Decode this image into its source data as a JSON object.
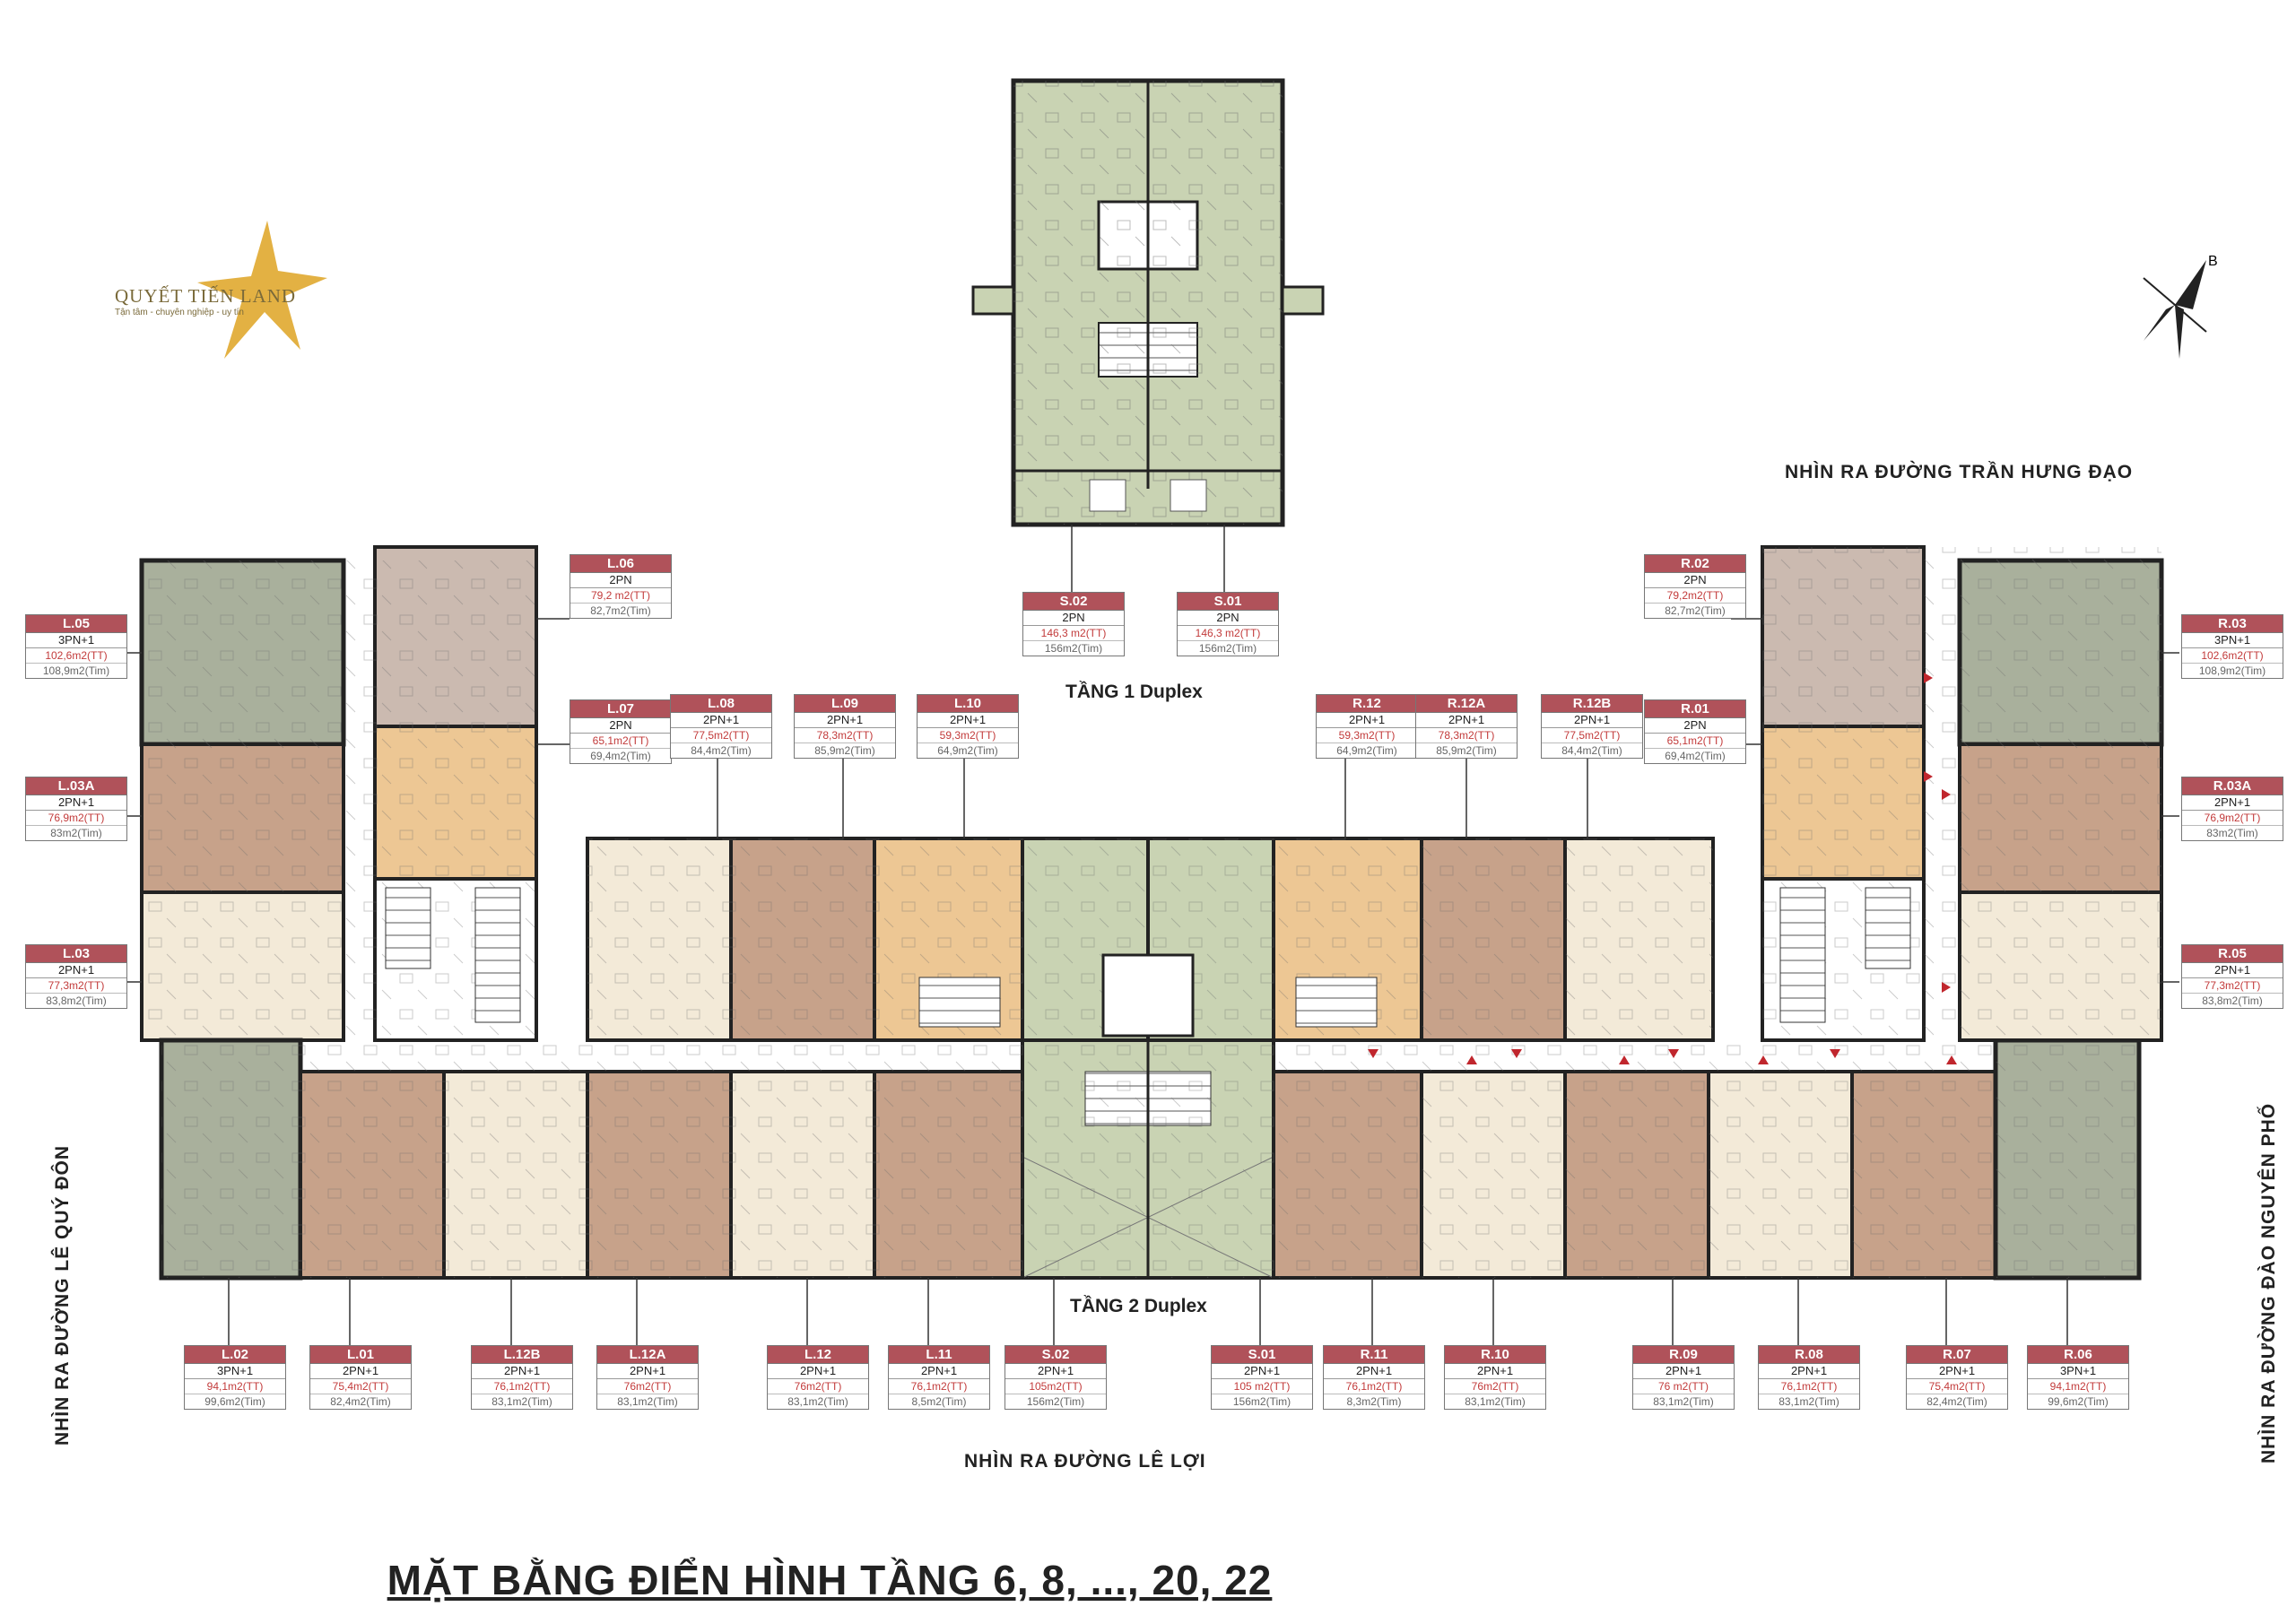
{
  "title": "MẶT BẰNG ĐIỂN HÌNH TẦNG 6, 8, ..., 20, 22",
  "logo": {
    "name": "QUYẾT TIẾN LAND",
    "tagline": "Tận tâm - chuyên nghiệp - uy tín"
  },
  "compass": {
    "icon": "north-arrow-icon",
    "letter": "B"
  },
  "floors": {
    "upper": "TẦNG 1 Duplex",
    "lower": "TẦNG 2 Duplex"
  },
  "views": {
    "north": "NHÌN RA ĐƯỜNG TRẦN HƯNG ĐẠO",
    "south": "NHÌN RA ĐƯỜNG LÊ LỢI",
    "west": "NHÌN RA ĐƯỜNG LÊ QUÝ ĐÔN",
    "east": "NHÌN RA ĐƯỜNG ĐÀO NGUYÊN PHỐ"
  },
  "colors": {
    "label_header": "#b0525a",
    "green": "#c9d3b3",
    "grey_green": "#a9b09c",
    "tan": "#d9b89a",
    "brown": "#c7a28a",
    "cream": "#f3ead8",
    "taupe": "#cbbab0",
    "orange": "#edc794"
  },
  "units": [
    {
      "code": "S.02",
      "type": "2PN",
      "tt": "146,3 m2(TT)",
      "tim": "156m2(Tim)"
    },
    {
      "code": "S.01",
      "type": "2PN",
      "tt": "146,3 m2(TT)",
      "tim": "156m2(Tim)"
    },
    {
      "code": "L.06",
      "type": "2PN",
      "tt": "79,2 m2(TT)",
      "tim": "82,7m2(Tim)"
    },
    {
      "code": "L.05",
      "type": "3PN+1",
      "tt": "102,6m2(TT)",
      "tim": "108,9m2(Tim)"
    },
    {
      "code": "L.07",
      "type": "2PN",
      "tt": "65,1m2(TT)",
      "tim": "69,4m2(Tim)"
    },
    {
      "code": "L.08",
      "type": "2PN+1",
      "tt": "77,5m2(TT)",
      "tim": "84,4m2(Tim)"
    },
    {
      "code": "L.09",
      "type": "2PN+1",
      "tt": "78,3m2(TT)",
      "tim": "85,9m2(Tim)"
    },
    {
      "code": "L.10",
      "type": "2PN+1",
      "tt": "59,3m2(TT)",
      "tim": "64,9m2(Tim)"
    },
    {
      "code": "L.03A",
      "type": "2PN+1",
      "tt": "76,9m2(TT)",
      "tim": "83m2(Tim)"
    },
    {
      "code": "L.03",
      "type": "2PN+1",
      "tt": "77,3m2(TT)",
      "tim": "83,8m2(Tim)"
    },
    {
      "code": "R.02",
      "type": "2PN",
      "tt": "79,2m2(TT)",
      "tim": "82,7m2(Tim)"
    },
    {
      "code": "R.03",
      "type": "3PN+1",
      "tt": "102,6m2(TT)",
      "tim": "108,9m2(Tim)"
    },
    {
      "code": "R.12",
      "type": "2PN+1",
      "tt": "59,3m2(TT)",
      "tim": "64,9m2(Tim)"
    },
    {
      "code": "R.12A",
      "type": "2PN+1",
      "tt": "78,3m2(TT)",
      "tim": "85,9m2(Tim)"
    },
    {
      "code": "R.12B",
      "type": "2PN+1",
      "tt": "77,5m2(TT)",
      "tim": "84,4m2(Tim)"
    },
    {
      "code": "R.01",
      "type": "2PN",
      "tt": "65,1m2(TT)",
      "tim": "69,4m2(Tim)"
    },
    {
      "code": "R.03A",
      "type": "2PN+1",
      "tt": "76,9m2(TT)",
      "tim": "83m2(Tim)"
    },
    {
      "code": "R.05",
      "type": "2PN+1",
      "tt": "77,3m2(TT)",
      "tim": "83,8m2(Tim)"
    },
    {
      "code": "L.02",
      "type": "3PN+1",
      "tt": "94,1m2(TT)",
      "tim": "99,6m2(Tim)"
    },
    {
      "code": "L.01",
      "type": "2PN+1",
      "tt": "75,4m2(TT)",
      "tim": "82,4m2(Tim)"
    },
    {
      "code": "L.12B",
      "type": "2PN+1",
      "tt": "76,1m2(TT)",
      "tim": "83,1m2(Tim)"
    },
    {
      "code": "L.12A",
      "type": "2PN+1",
      "tt": "76m2(TT)",
      "tim": "83,1m2(Tim)"
    },
    {
      "code": "L.12",
      "type": "2PN+1",
      "tt": "76m2(TT)",
      "tim": "83,1m2(Tim)"
    },
    {
      "code": "L.11",
      "type": "2PN+1",
      "tt": "76,1m2(TT)",
      "tim": "8,5m2(Tim)"
    },
    {
      "code": "S.02",
      "type": "2PN+1",
      "tt": "105m2(TT)",
      "tim": "156m2(Tim)"
    },
    {
      "code": "S.01",
      "type": "2PN+1",
      "tt": "105 m2(TT)",
      "tim": "156m2(Tim)"
    },
    {
      "code": "R.11",
      "type": "2PN+1",
      "tt": "76,1m2(TT)",
      "tim": "8,3m2(Tim)"
    },
    {
      "code": "R.10",
      "type": "2PN+1",
      "tt": "76m2(TT)",
      "tim": "83,1m2(Tim)"
    },
    {
      "code": "R.09",
      "type": "2PN+1",
      "tt": "76 m2(TT)",
      "tim": "83,1m2(Tim)"
    },
    {
      "code": "R.08",
      "type": "2PN+1",
      "tt": "76,1m2(TT)",
      "tim": "83,1m2(Tim)"
    },
    {
      "code": "R.07",
      "type": "2PN+1",
      "tt": "75,4m2(TT)",
      "tim": "82,4m2(Tim)"
    },
    {
      "code": "R.06",
      "type": "3PN+1",
      "tt": "94,1m2(TT)",
      "tim": "99,6m2(Tim)"
    }
  ]
}
